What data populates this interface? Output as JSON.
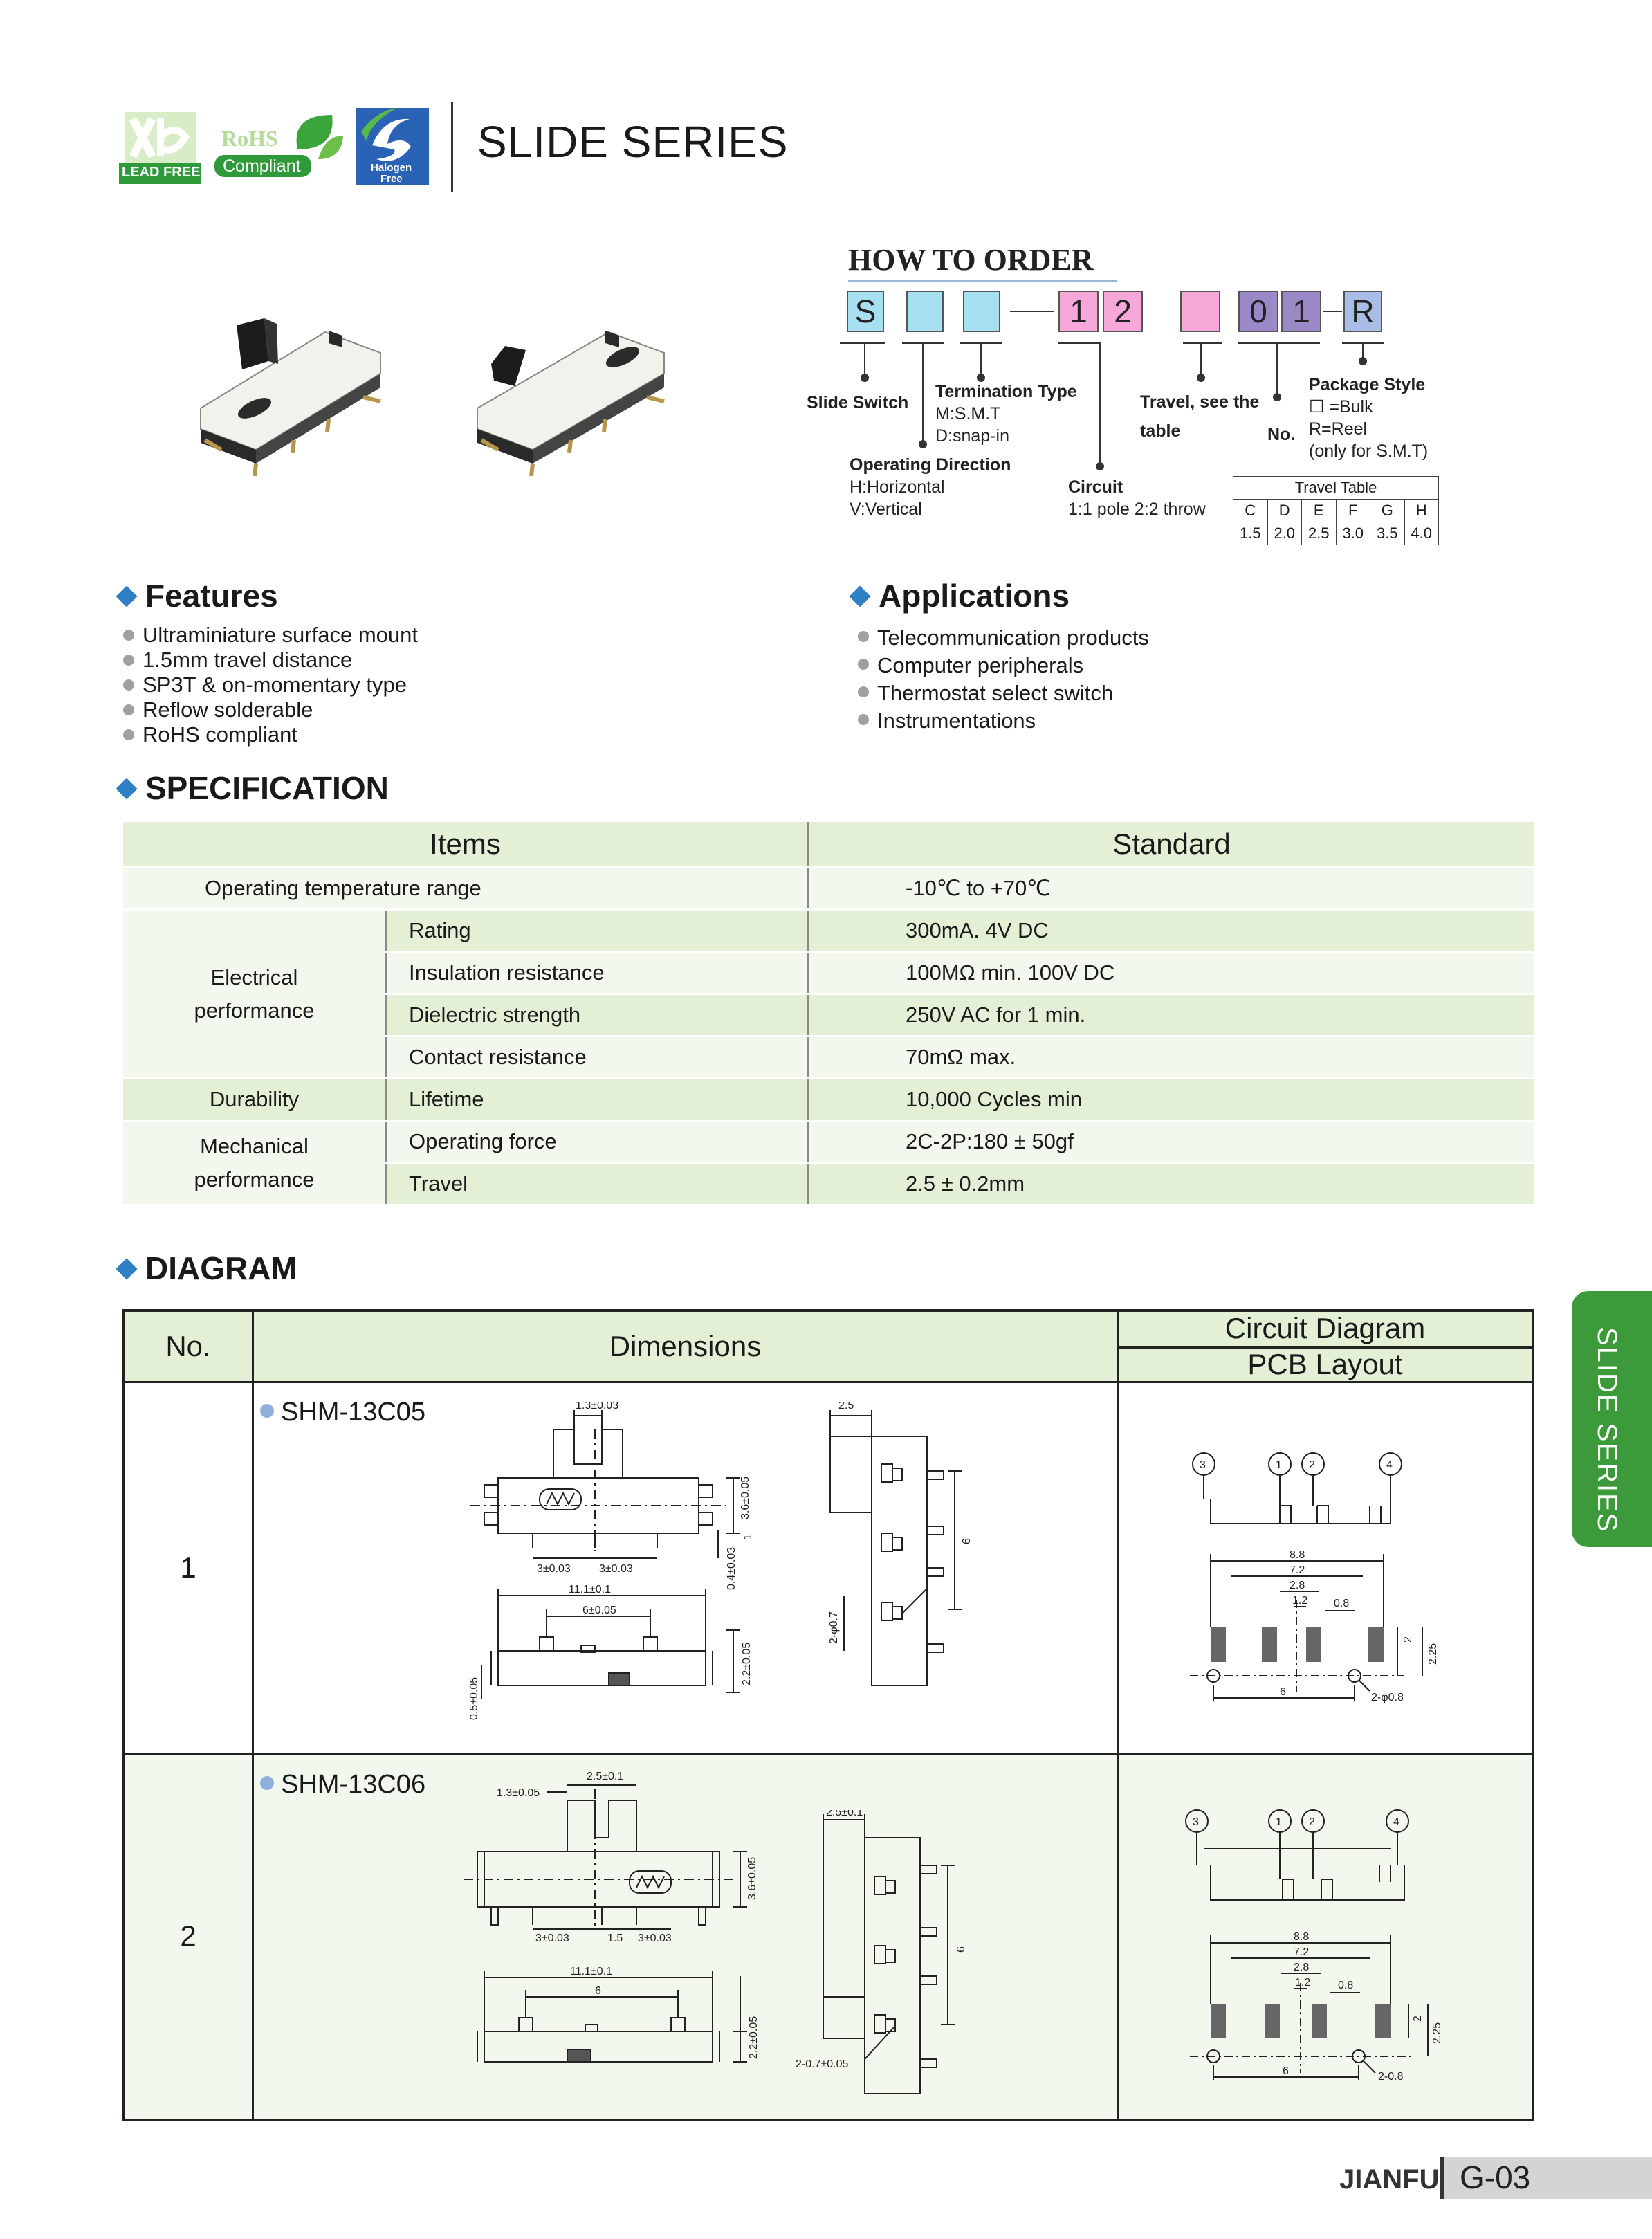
{
  "header": {
    "title": "SLIDE SERIES",
    "logo_leadfree": "LEAD FREE",
    "logo_rohs": "RoHS",
    "logo_compliant": "Compliant",
    "logo_halogen": "Halogen",
    "logo_free": "Free"
  },
  "how_to_order": {
    "title": "HOW TO ORDER",
    "codes": [
      "S",
      "",
      "",
      "1",
      "2",
      "",
      "0",
      "1",
      "R"
    ],
    "slide_switch": "Slide Switch",
    "termination_type": "Termination Type",
    "termination_m": "M:S.M.T",
    "termination_d": "D:snap-in",
    "operating_direction": "Operating Direction",
    "direction_h": "H:Horizontal",
    "direction_v": "V:Vertical",
    "circuit": "Circuit",
    "circuit_desc": "1:1 pole 2:2 throw",
    "travel": "Travel, see the",
    "travel_table_ref": "table",
    "no": "No.",
    "package_style": "Package Style",
    "package_bulk": "☐ =Bulk",
    "package_reel": "R=Reel",
    "package_note": "(only for S.M.T)",
    "travel_table": {
      "title": "Travel Table",
      "letters": [
        "C",
        "D",
        "E",
        "F",
        "G",
        "H"
      ],
      "values": [
        "1.5",
        "2.0",
        "2.5",
        "3.0",
        "3.5",
        "4.0"
      ]
    }
  },
  "features": {
    "title": "Features",
    "items": [
      "Ultraminiature surface mount",
      "1.5mm travel distance",
      "SP3T & on-momentary type",
      "Reflow solderable",
      "RoHS compliant"
    ]
  },
  "applications": {
    "title": "Applications",
    "items": [
      "Telecommunication products",
      "Computer peripherals",
      "Thermostat select switch",
      "Instrumentations"
    ]
  },
  "specification": {
    "title": "SPECIFICATION",
    "col_items": "Items",
    "col_standard": "Standard",
    "op_temp": "Operating temperature range",
    "op_temp_val": "-10℃ to +70℃",
    "electrical": "Electrical",
    "performance": "performance",
    "rating": "Rating",
    "rating_val": "300mA. 4V DC",
    "insulation": "Insulation resistance",
    "insulation_val": "100MΩ min. 100V DC",
    "dielectric": "Dielectric strength",
    "dielectric_val": "250V AC for 1 min.",
    "contact": "Contact resistance",
    "contact_val": "70mΩ max.",
    "durability": "Durability",
    "lifetime": "Lifetime",
    "lifetime_val": "10,000 Cycles min",
    "mechanical": "Mechanical",
    "mech_performance": "performance",
    "op_force": "Operating force",
    "op_force_val": "2C-2P:180 ± 50gf",
    "travel": "Travel",
    "travel_val": "2.5 ± 0.2mm"
  },
  "diagram": {
    "title": "DIAGRAM",
    "col_no": "No.",
    "col_dimensions": "Dimensions",
    "col_circuit": "Circuit Diagram",
    "col_pcb": "PCB Layout",
    "rows": [
      {
        "no": "1",
        "model": "SHM-13C05"
      },
      {
        "no": "2",
        "model": "SHM-13C06"
      }
    ],
    "dims1": {
      "d1": "1.3±0.03",
      "d2": "3.6±0.05",
      "d3": "3±0.03",
      "d4": "3±0.03",
      "d5": "0.4±0.03",
      "d6": "1",
      "d7": "11.1±0.1",
      "d8": "6±0.05",
      "d9": "2.2±0.05",
      "d10": "0.5±0.05",
      "s1": "2.5",
      "s2": "6",
      "s3": "2-φ0.7"
    },
    "dims2": {
      "d1": "2.5±0.1",
      "d2": "1.3±0.05",
      "d3": "3.6±0.05",
      "d4": "3±0.03",
      "d5": "1.5",
      "d6": "3±0.03",
      "d7": "11.1±0.1",
      "d8": "6",
      "d9": "2.2±0.05",
      "s1": "2.5±0.1",
      "s2": "6",
      "s3": "2-0.7±0.05"
    },
    "pcb1": {
      "p3": "3",
      "p1": "1",
      "p2": "2",
      "p4": "4",
      "a": "8.8",
      "b": "7.2",
      "c": "2.8",
      "d": "1.2",
      "e": "0.8",
      "f": "2",
      "g": "2.25",
      "h": "6",
      "i": "2-φ0.8"
    },
    "pcb2": {
      "p3": "3",
      "p1": "1",
      "p2": "2",
      "p4": "4",
      "a": "8.8",
      "b": "7.2",
      "c": "2.8",
      "d": "1.2",
      "e": "0.8",
      "f": "2",
      "g": "2.25",
      "h": "6",
      "i": "2-0.8"
    }
  },
  "side_tab": "SLIDE SERIES",
  "footer": {
    "brand": "JIANFU",
    "page": "G-03"
  },
  "colors": {
    "accent_blue": "#2f7fc4",
    "table_green": "#e3f0d6",
    "tab_green": "#3d9a3a",
    "code_cyan": "#a6dff0",
    "code_pink": "#f6a8d8",
    "code_purple": "#9b88c6",
    "code_blue": "#a9bde6"
  }
}
